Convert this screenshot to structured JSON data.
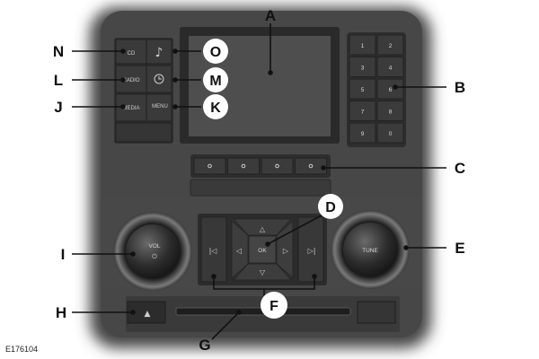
{
  "labels": {
    "A": "A",
    "B": "B",
    "C": "C",
    "D": "D",
    "E": "E",
    "F": "F",
    "G": "G",
    "H": "H",
    "I": "I",
    "J": "J",
    "K": "K",
    "L": "L",
    "M": "M",
    "N": "N",
    "O": "O"
  },
  "buttons": {
    "cd": "CD",
    "radio": "RADIO",
    "media": "MEDIA",
    "menu": "MENU",
    "vol": "VOL",
    "tune": "TUNE",
    "ok": "OK",
    "presets": [
      "1",
      "2",
      "3",
      "4",
      "5",
      "6",
      "7",
      "8",
      "9",
      "0"
    ]
  },
  "icons": {
    "note": "♪",
    "clock": "clock-icon",
    "power": "⏻",
    "eject": "▲",
    "up": "△",
    "down": "▽",
    "left": "◁",
    "right": "▷",
    "prev": "|◁",
    "next": "▷|"
  },
  "reference": "E176104"
}
